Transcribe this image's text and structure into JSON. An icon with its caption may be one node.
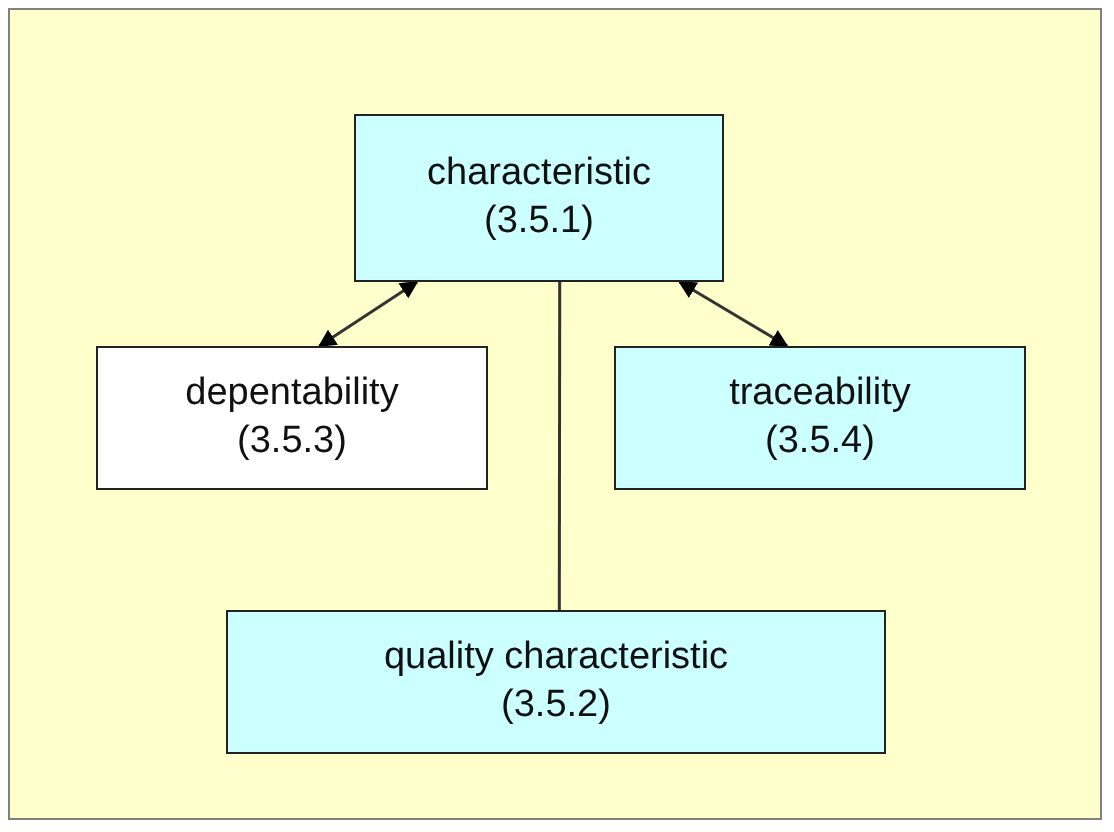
{
  "diagram": {
    "nodes": [
      {
        "text": [
          "characteristic",
          "(3.5.1)"
        ]
      },
      {
        "text": [
          "depentability",
          "(3.5.3)"
        ]
      },
      {
        "text": [
          "traceability",
          "(3.5.4)"
        ]
      },
      {
        "text": [
          "quality characteristic",
          "(3.5.2)"
        ]
      }
    ],
    "edges": [
      {
        "from": 0,
        "to": 1,
        "arrow": "both"
      },
      {
        "from": 0,
        "to": 2,
        "arrow": "both"
      },
      {
        "from": 0,
        "to": 3,
        "arrow": "none"
      }
    ]
  }
}
